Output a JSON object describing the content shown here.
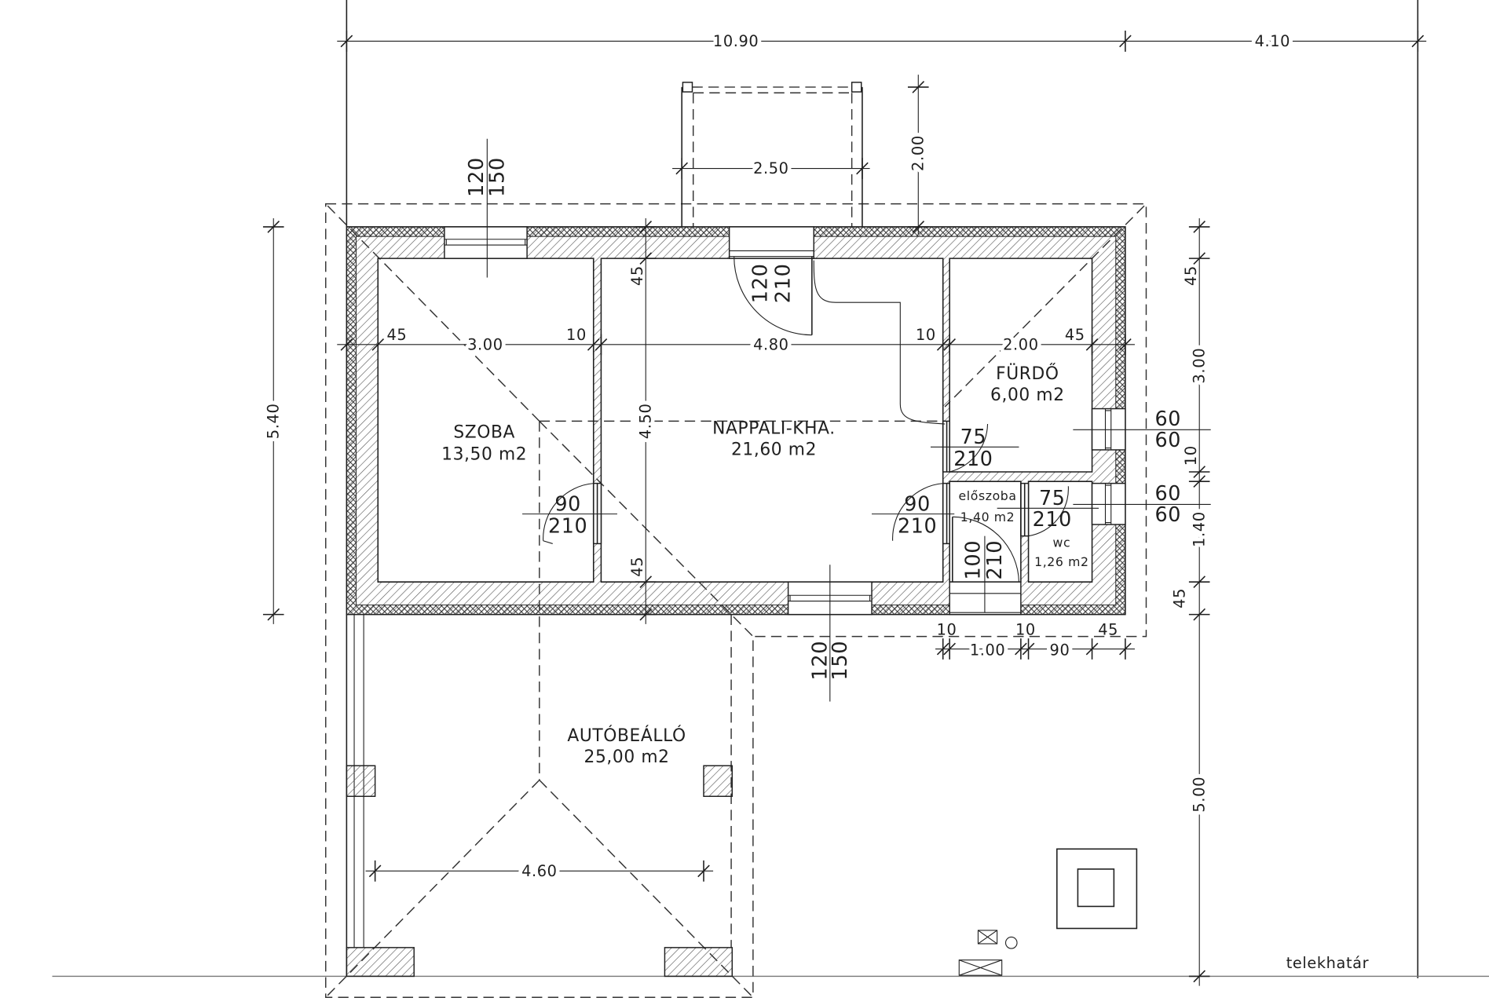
{
  "colors": {
    "ink": "#1f1f1f",
    "background": "#ffffff"
  },
  "dimensions": {
    "top_house": "10.90",
    "top_side": "4.10",
    "porch_width": "2.50",
    "porch_depth": "2.00",
    "left_total": "5.40",
    "row": [
      "45",
      "3.00",
      "10",
      "4.80",
      "10",
      "2.00",
      "45"
    ],
    "nappali_vertical": [
      "45",
      "4.50",
      "45"
    ],
    "right_vertical": [
      "45",
      "3.00",
      "10",
      "1.40",
      "45",
      "5.00"
    ],
    "bottom_upper": [
      "10",
      "10",
      "45"
    ],
    "bottom_lower": [
      "1.00",
      "90"
    ],
    "carport_width": "4.60"
  },
  "rooms": {
    "szoba": {
      "name": "SZOBA",
      "area": "13,50 m2"
    },
    "nappali": {
      "name": "NAPPALI-KHA.",
      "area": "21,60 m2"
    },
    "furdo": {
      "name": "FÜRDŐ",
      "area": "6,00 m2"
    },
    "eloszoba": {
      "name": "előszoba",
      "area": "1,40 m2"
    },
    "wc": {
      "name": "wc",
      "area": "1,26 m2"
    },
    "autobeallo": {
      "name": "AUTÓBEÁLLÓ",
      "area": "25,00 m2"
    }
  },
  "openings": {
    "window_szoba": [
      "120",
      "150"
    ],
    "door_main": [
      "120",
      "210"
    ],
    "window_nappali": [
      "120",
      "150"
    ],
    "door_szoba": [
      "90",
      "210"
    ],
    "door_eloszoba": [
      "90",
      "210"
    ],
    "door_furdo": [
      "75",
      "210"
    ],
    "door_wc": [
      "75",
      "210"
    ],
    "door_entrance": [
      "100",
      "210"
    ],
    "window_furdo": [
      "60",
      "60"
    ],
    "window_wc": [
      "60",
      "60"
    ]
  },
  "site": {
    "plot_boundary": "telekhatár"
  }
}
